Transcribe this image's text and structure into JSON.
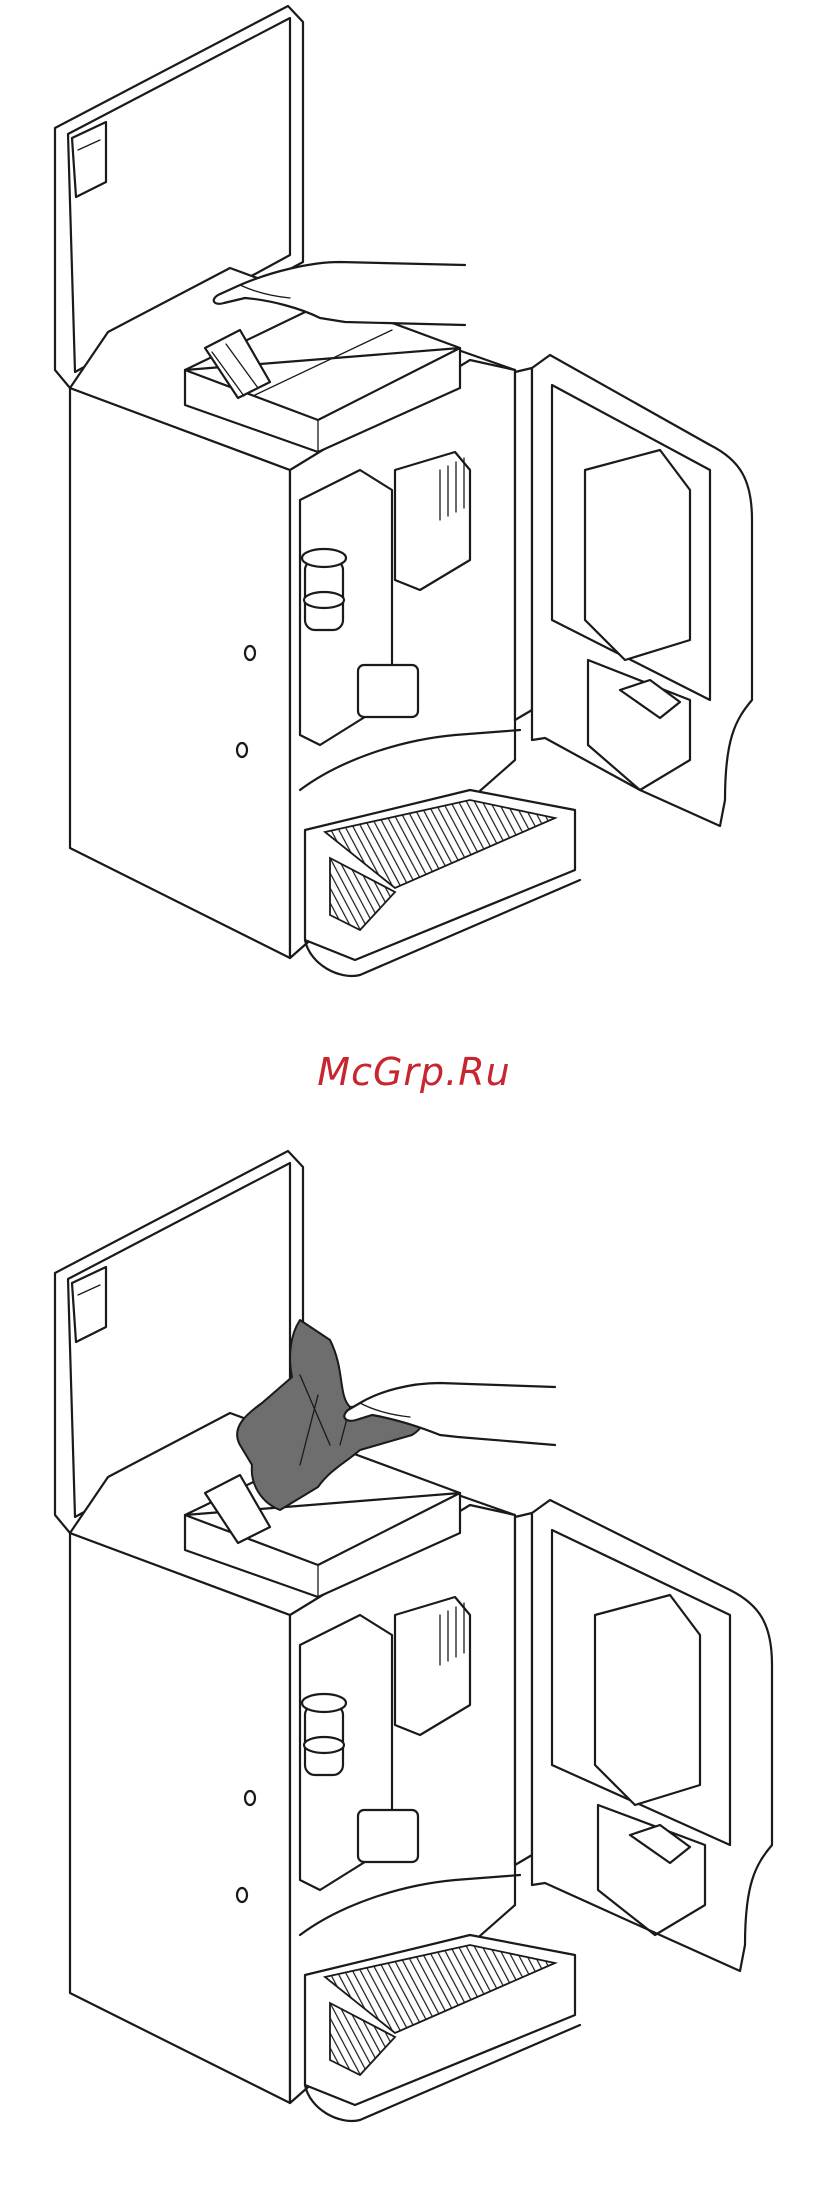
{
  "watermark": {
    "text": "McGrp.Ru",
    "color": "#c8262e"
  },
  "figures": [
    {
      "name": "figure-top",
      "step": "cover-lifted",
      "canister_fill": "#ffffff"
    },
    {
      "name": "figure-bottom",
      "step": "cover-removed-with-bag",
      "canister_fill": "#6e6e6e"
    }
  ]
}
